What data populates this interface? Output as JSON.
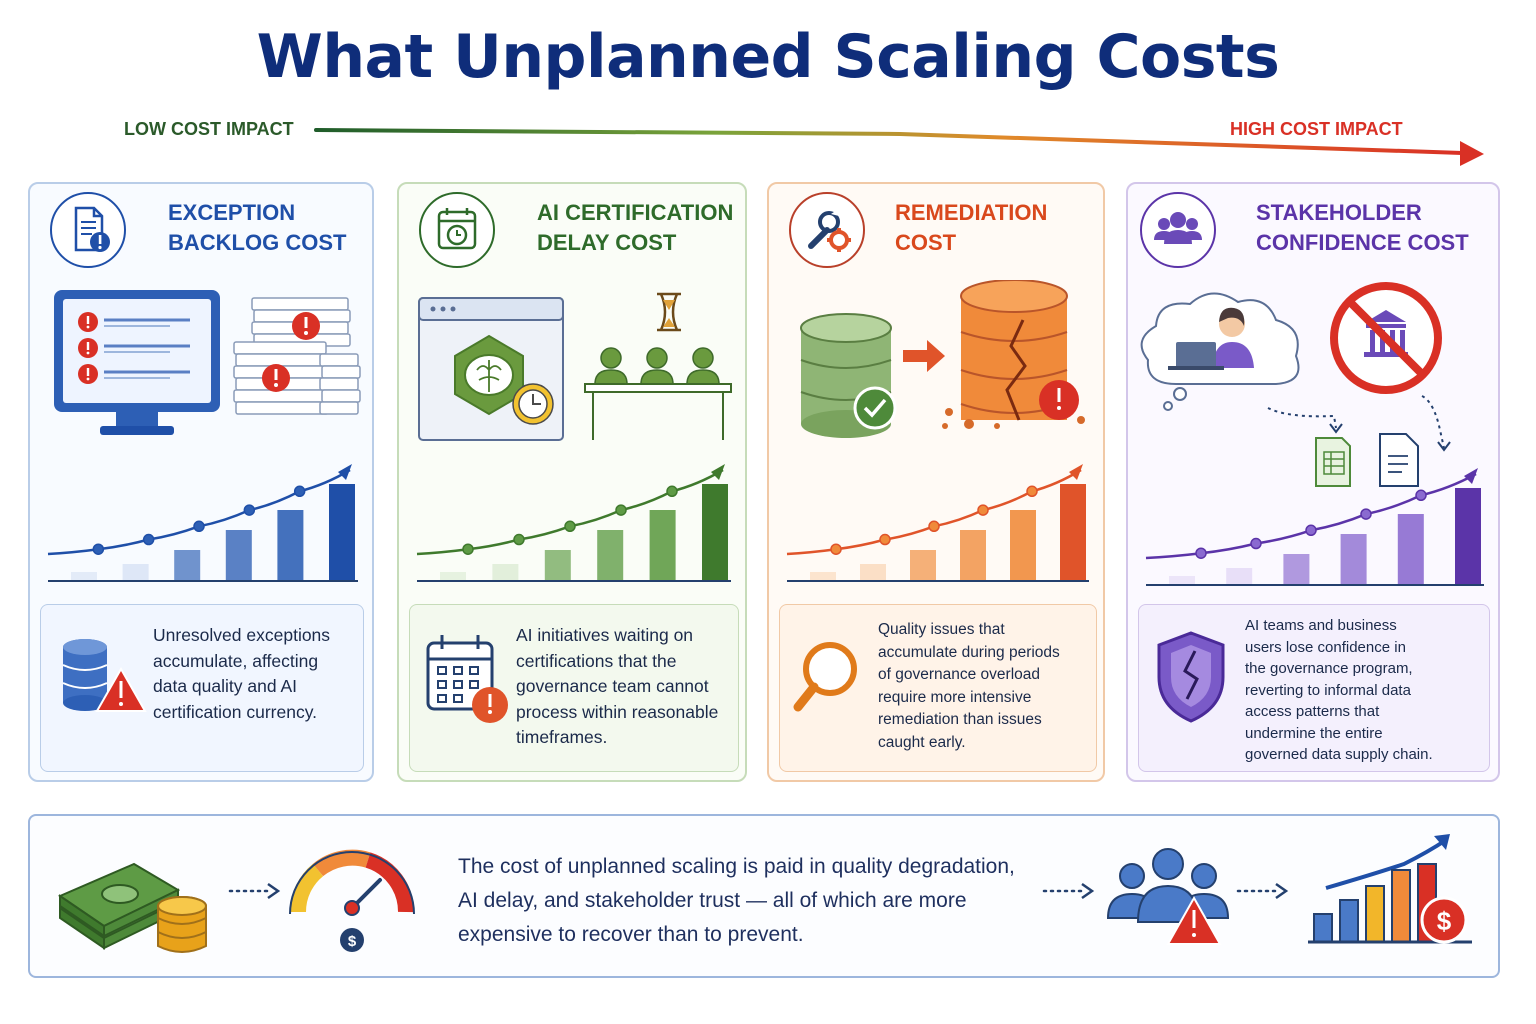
{
  "title": "What Unplanned Scaling Costs",
  "scale": {
    "low_label": "LOW COST IMPACT",
    "high_label": "HIGH COST IMPACT",
    "low_color": "#2e7d32",
    "high_color": "#d93025"
  },
  "cards": [
    {
      "title_line1": "EXCEPTION",
      "title_line2": "BACKLOG COST",
      "icon": "document-alert-icon",
      "accent": "#1f4fa8",
      "description_lines": [
        "Unresolved exceptions",
        "accumulate, affecting",
        "data quality and AI",
        "certification currency."
      ]
    },
    {
      "title_line1": "AI CERTIFICATION",
      "title_line2": "DELAY COST",
      "icon": "calendar-clock-icon",
      "accent": "#2e6b2a",
      "description_lines": [
        "AI initiatives waiting on",
        "certifications that the",
        "governance team cannot",
        "process within reasonable",
        "timeframes."
      ]
    },
    {
      "title_line1": "REMEDIATION",
      "title_line2": "COST",
      "icon": "wrench-gear-icon",
      "accent": "#d9481c",
      "description_lines": [
        "Quality issues that",
        "accumulate during periods",
        "of governance overload",
        "require more intensive",
        "remediation than issues",
        "caught early."
      ]
    },
    {
      "title_line1": "STAKEHOLDER",
      "title_line2": "CONFIDENCE COST",
      "icon": "people-group-icon",
      "accent": "#5b34a8",
      "description_lines": [
        "AI teams and business",
        "users lose confidence in",
        "the governance program,",
        "reverting to informal data",
        "access patterns that",
        "undermine the entire",
        "governed data supply chain."
      ]
    }
  ],
  "summary": {
    "lines": [
      "The cost of unplanned scaling is paid in quality degradation,",
      "AI delay, and stakeholder trust — all of which are more",
      "expensive to recover than to prevent."
    ],
    "gauge_symbol": "$",
    "coin_symbol": "$"
  }
}
